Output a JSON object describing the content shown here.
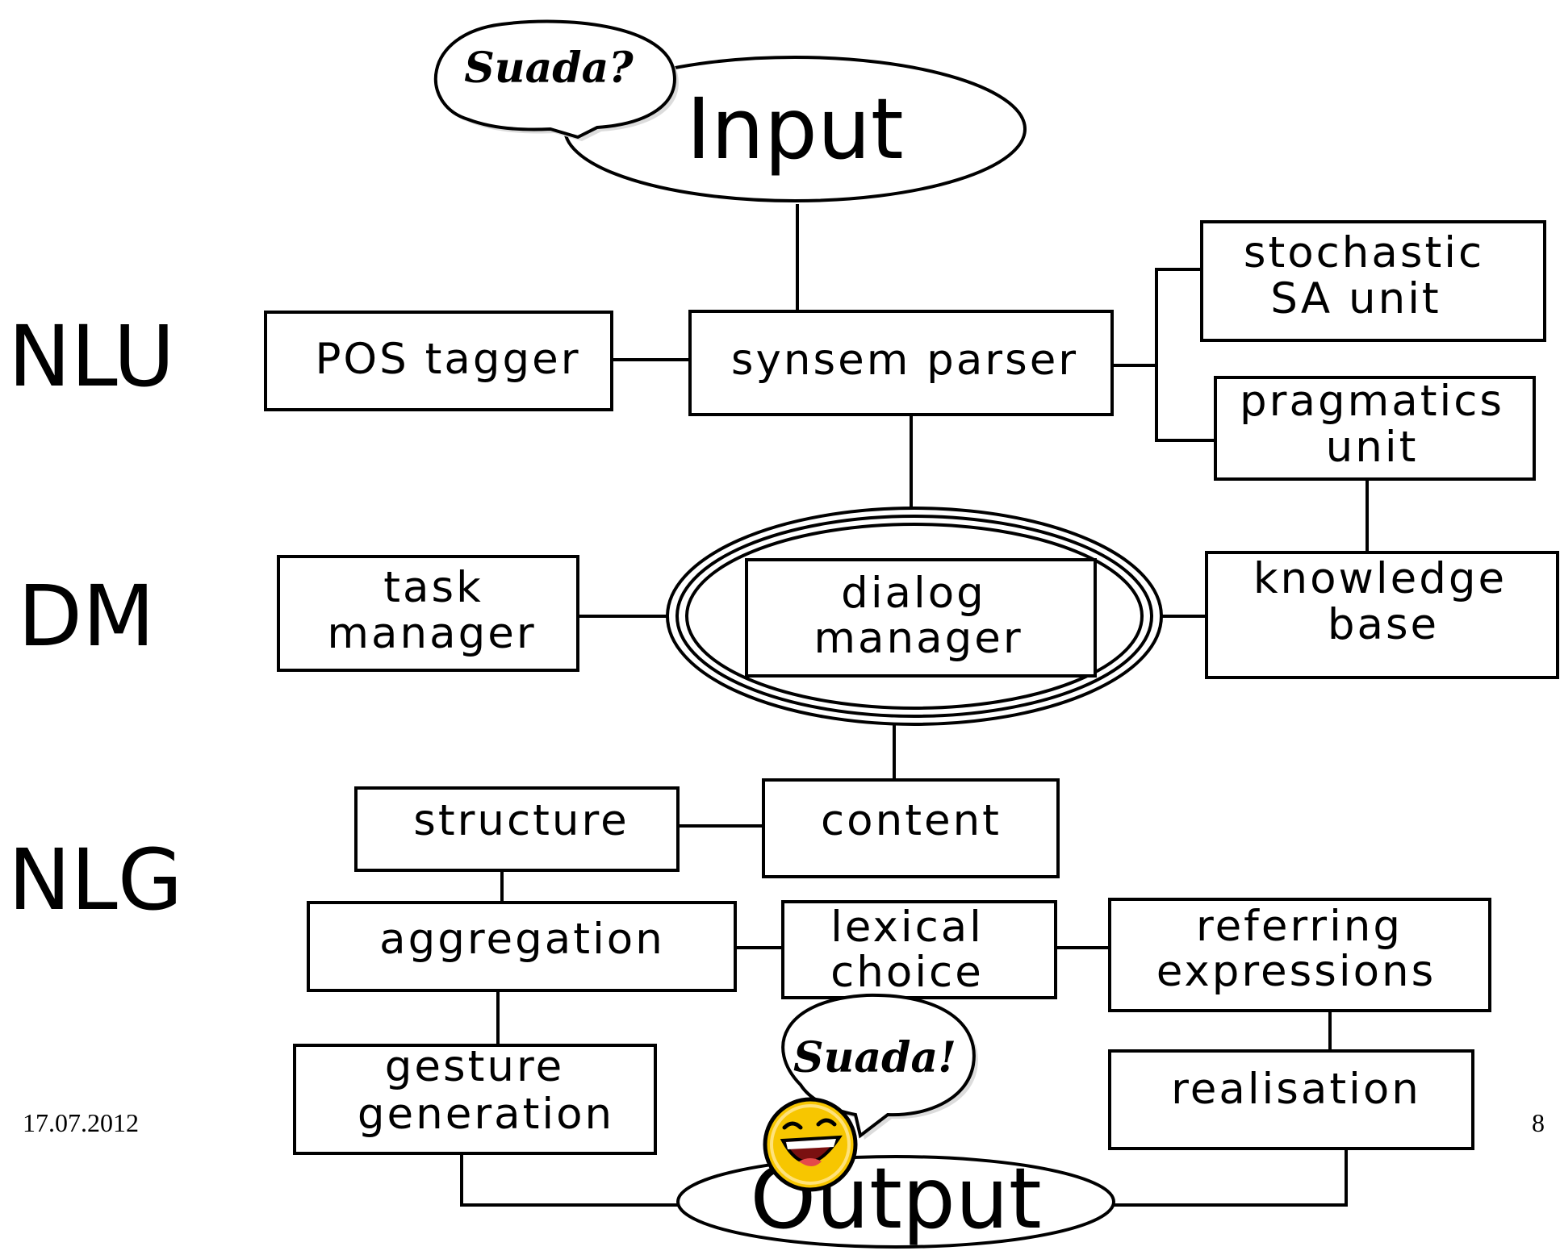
{
  "sections": {
    "nlu": "NLU",
    "dm": "DM",
    "nlg": "NLG"
  },
  "nodes": {
    "input": "Input",
    "output": "Output",
    "pos_tagger": "POS tagger",
    "synsem_parser": "synsem parser",
    "stochastic_sa_unit": [
      "stochastic",
      "SA unit"
    ],
    "pragmatics_unit": [
      "pragmatics",
      "unit"
    ],
    "task_manager": [
      "task",
      "manager"
    ],
    "dialog_manager": [
      "dialog",
      "manager"
    ],
    "knowledge_base": [
      "knowledge",
      "base"
    ],
    "structure": "structure",
    "content": "content",
    "aggregation": "aggregation",
    "lexical_choice": [
      "lexical",
      "choice"
    ],
    "referring_expressions": [
      "referring",
      "expressions"
    ],
    "gesture_generation": [
      "gesture",
      "generation"
    ],
    "realisation": "realisation"
  },
  "bubbles": {
    "input_bubble": "Suada?",
    "output_bubble": "Suada!"
  },
  "footer": {
    "date": "17.07.2012",
    "page_number": "8"
  },
  "colors": {
    "smiley_face": "#f7c600",
    "line": "#000000",
    "background": "#ffffff"
  },
  "icons": [
    "laughing-smiley-icon",
    "speech-bubble-icon"
  ]
}
